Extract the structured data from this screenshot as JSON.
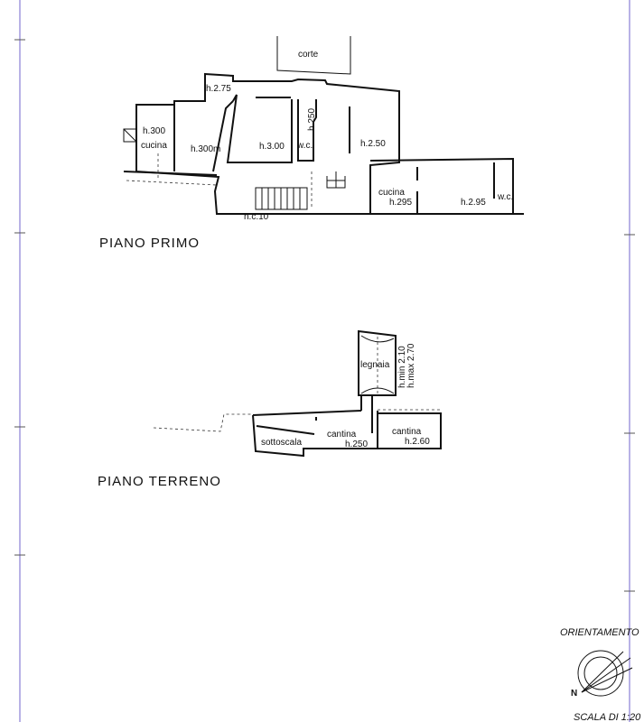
{
  "piano_primo": {
    "title": "PIANO PRIMO",
    "rooms": {
      "corte": "corte",
      "h275": "h.2.75",
      "h300_cucina": "h.300",
      "cucina1": "cucina",
      "h300m": "h.300m",
      "h300": "h.3.00",
      "h250_wc": "h.250",
      "wc1": "w.c.",
      "h250": "h.2.50",
      "cucina2": "cucina",
      "h295a": "h.295",
      "h295b": "h.2.95",
      "wc2": "w.c."
    },
    "civic": "n.c.10"
  },
  "piano_terreno": {
    "title": "PIANO TERRENO",
    "rooms": {
      "legnaia": "legnaia",
      "hmin": "h.min 2.10",
      "hmax": "h.max 2.70",
      "sottoscala": "sottoscala",
      "cantina1": "cantina",
      "h250": "h.250",
      "cantina2": "cantina",
      "h260": "h.2.60"
    }
  },
  "orientation_label": "ORIENTAMENTO",
  "north_label": "N",
  "scale_label": "SCALA DI 1:20",
  "margin_color": "#8a7fd6"
}
